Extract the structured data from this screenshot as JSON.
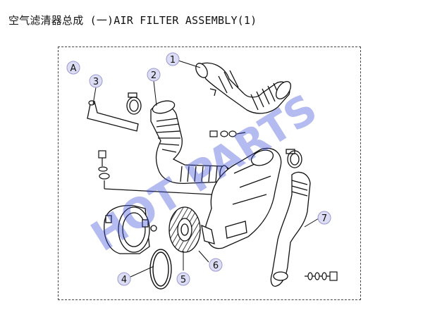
{
  "title": "空气滤清器总成 (一)AIR FILTER ASSEMBLY(1)",
  "section_label": "A",
  "watermark": "HOT PARTS",
  "callouts": [
    "1",
    "2",
    "3",
    "4",
    "5",
    "6",
    "7"
  ],
  "colors": {
    "callout_fill": "#dcdcf4",
    "callout_stroke": "#9a9ad0",
    "line": "#111111",
    "watermark": "#3b4bd8"
  }
}
